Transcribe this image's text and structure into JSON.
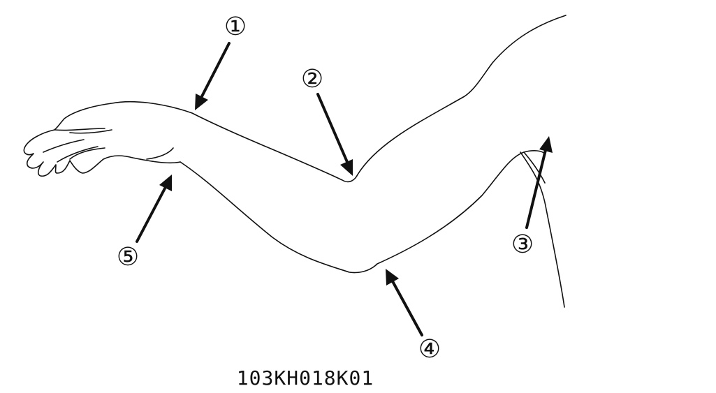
{
  "figure_id": "103KH018K01",
  "callouts": [
    {
      "id": 1,
      "label": "①"
    },
    {
      "id": 2,
      "label": "②"
    },
    {
      "id": 3,
      "label": "③"
    },
    {
      "id": 4,
      "label": "④"
    },
    {
      "id": 5,
      "label": "⑤"
    }
  ]
}
